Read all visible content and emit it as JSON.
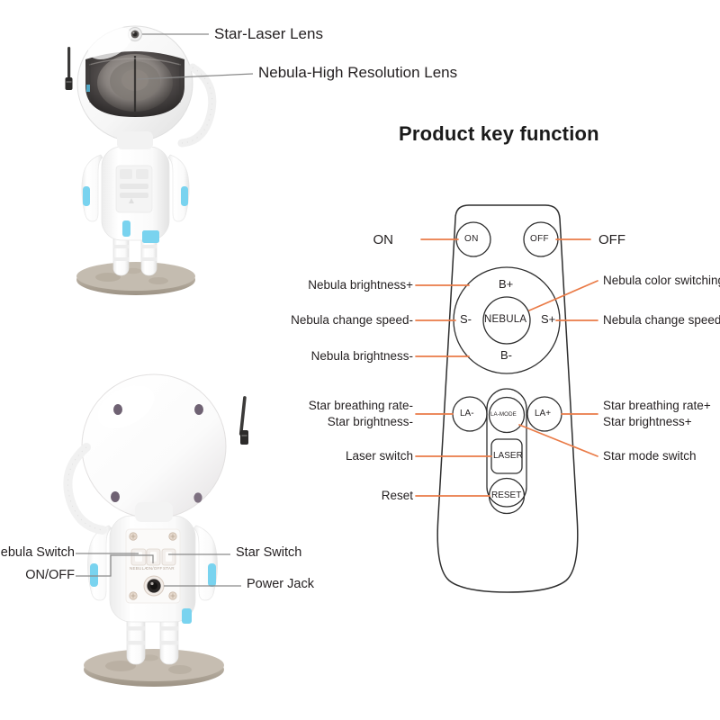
{
  "page": {
    "background": "#ffffff",
    "accent_orange": "#ea7b47",
    "leader_gray": "#8a8a8a",
    "outline_dark": "#2e2e2e"
  },
  "headings": {
    "product_key_function": "Product key function"
  },
  "product_front": {
    "callouts": [
      {
        "label": "Star-Laser Lens"
      },
      {
        "label": "Nebula-High Resolution Lens"
      }
    ]
  },
  "product_back": {
    "callouts": [
      {
        "label": "Nebula Switch"
      },
      {
        "label": "ON/OFF"
      },
      {
        "label": "Star Switch"
      },
      {
        "label": "Power Jack"
      }
    ],
    "panel_switch_labels": [
      "NEBULA",
      "ON/OFF",
      "STAR"
    ]
  },
  "remote": {
    "buttons": {
      "on": "ON",
      "off": "OFF",
      "b_plus": "B+",
      "b_minus": "B-",
      "s_minus": "S-",
      "s_plus": "S+",
      "nebula": "NEBULA",
      "la_minus": "LA-",
      "la_mode": "LA-MODE",
      "la_plus": "LA+",
      "laser": "LASER",
      "reset": "RESET"
    },
    "labels_left": {
      "on": "ON",
      "nebula_brightness_up": "Nebula brightness+",
      "nebula_change_speed_down": "Nebula change speed-",
      "nebula_brightness_down": "Nebula brightness-",
      "star_breathing_rate_down": "Star breathing rate-",
      "star_brightness_down": "Star brightness-",
      "laser_switch": "Laser switch",
      "reset": "Reset"
    },
    "labels_right": {
      "off": "OFF",
      "nebula_color_switching": "Nebula color switching",
      "nebula_change_speed_up": "Nebula change speed+",
      "star_breathing_rate_up": "Star breathing rate+",
      "star_brightness_up": "Star brightness+",
      "star_mode_switch": "Star mode switch"
    }
  }
}
